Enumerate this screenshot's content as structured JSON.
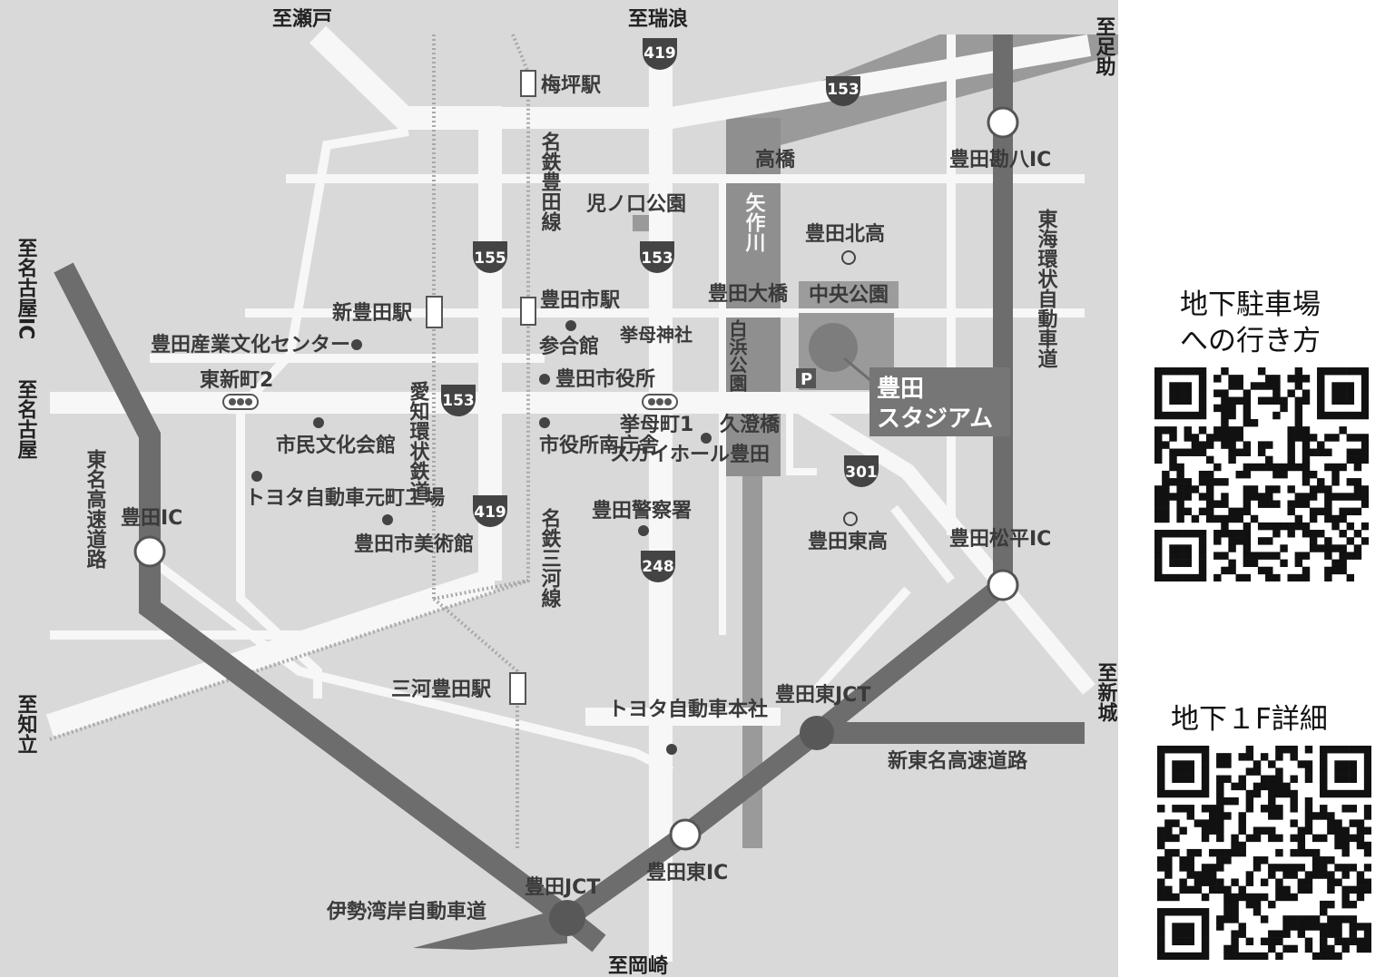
{
  "directions": {
    "seto": "至瀬戸",
    "mizunami": "至瑞浪",
    "asuke": "至足助",
    "nagoya_ic": "至名古屋IC",
    "nagoya": "至名古屋",
    "chiryu": "至知立",
    "okazaki": "至岡崎",
    "shinshiro": "至新城"
  },
  "routes": {
    "r419a": "419",
    "r153a": "153",
    "r155": "155",
    "r153b": "153",
    "r153c": "153",
    "r301": "301",
    "r419b": "419",
    "r248": "248"
  },
  "labels": {
    "umetsubo": "梅坪駅",
    "meitetsu_toyota": "名鉄豊田線",
    "konokuchi": "児ノ口公園",
    "takahashi": "高橋",
    "yahagi": "矢作川",
    "toyota_kita": "豊田北高",
    "toyota_kanpachi_ic": "豊田勘八IC",
    "higashi_kanjo": "東海環状自動車道",
    "shin_toyota": "新豊田駅",
    "toyotashi_st": "豊田市駅",
    "toyota_ohashi": "豊田大橋",
    "chuo_koen": "中央公園",
    "sangyo_bunka": "豊田産業文化センター",
    "sangokan": "参合館",
    "koromo_jinja": "挙母神社",
    "shirahama": "白浜公園",
    "stadium": "豊田スタジアム",
    "parking": "P",
    "higashi_shinmachi": "東新町2",
    "shiyakusho": "豊田市役所",
    "aichi_kanjo": "愛知環状鉄道",
    "koromocho": "挙母町1",
    "kusumi": "久澄橋",
    "shimin_bunka": "市民文化会館",
    "shiyakusho_minami": "市役所南庁舎",
    "sky_hall": "スカイホール豊田",
    "toyota_motomachi": "トヨタ自動車元町工場",
    "tomei": "東名高速道路",
    "toyota_ic": "豊田IC",
    "bijutsukan": "豊田市美術館",
    "meitetsu_mikawa": "名鉄三河線",
    "keisatsu": "豊田警察署",
    "toyota_higashi_high": "豊田東高",
    "toyota_matsudaira_ic": "豊田松平IC",
    "mikawa_toyota": "三河豊田駅",
    "toyota_honsha": "トヨタ自動車本社",
    "toyota_higashi_jct": "豊田東JCT",
    "shin_tomei": "新東名高速道路",
    "toyota_higashi_ic": "豊田東IC",
    "toyota_jct": "豊田JCT",
    "isewan": "伊勢湾岸自動車道"
  },
  "qr": {
    "parking_title": "地下駐車場への行き方",
    "parking_title_line1": "地下駐車場",
    "parking_title_line2": "への行き方",
    "b1_title": "地下１F詳細"
  },
  "colors": {
    "map_bg": "#d9d9d9",
    "road": "#f7f7f7",
    "expressway": "#6d6d6d",
    "river": "#8f8f8f",
    "stadium_box": "#767676"
  }
}
